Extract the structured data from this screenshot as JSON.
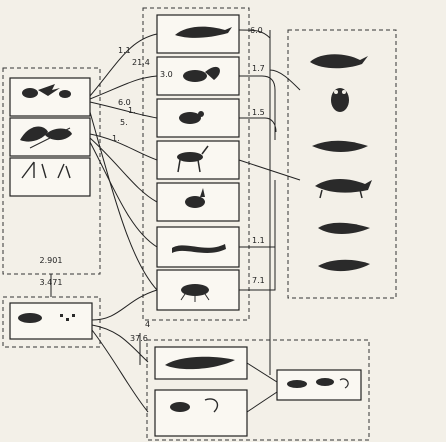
{
  "header": {
    "text": ""
  },
  "plants": {
    "p1_label": "",
    "p2_label": "",
    "p3_label": "",
    "p4_label": "",
    "icons": [
      "plant-seed-icon",
      "plant-leaf-icon",
      "wood-tissue-icon"
    ]
  },
  "soil": {
    "label": "",
    "icon": "soil-organism-icon"
  },
  "ratio": {
    "line1": "2.901",
    "line2": "",
    "line3": "3.471"
  },
  "herbivores": [
    {
      "label": "",
      "icon": "bird-icon"
    },
    {
      "label": "3.0",
      "icon": "squirrel-icon"
    },
    {
      "label": "",
      "icon": "rodent-icon"
    },
    {
      "label": "",
      "icon": "deer-icon"
    },
    {
      "label": "",
      "icon": "hare-icon"
    },
    {
      "label": "",
      "icon": "worm-icon"
    },
    {
      "label": "",
      "icon": "insect-icon"
    }
  ],
  "carnivores": [
    {
      "label": "",
      "icon": "fox-icon"
    },
    {
      "label": "",
      "icon": "owl-icon"
    },
    {
      "label": "",
      "icon": "weasel-icon"
    },
    {
      "label": "",
      "icon": "wolf-icon"
    },
    {
      "label": "",
      "icon": "shrew-icon"
    },
    {
      "label": "",
      "icon": "predator-icon"
    }
  ],
  "detritus": {
    "side_label": "",
    "b1_label": "",
    "b2_label": "",
    "b3_label": "",
    "icons": [
      "larva-icon",
      "mite-icon",
      "decomposer-icon"
    ]
  },
  "numbers": {
    "n_11": "1.1",
    "n_60": "6.0",
    "n_214": "21.4",
    "n_17": "1.7",
    "n_6a": "6.0",
    "n_1a": "1.",
    "n_5a": "5.",
    "n_15": "1.5",
    "n_1b": "1.",
    "n_11b": "1.1",
    "n_71": "7.1",
    "n_4": "4",
    "n_376": "37.6"
  },
  "colors": {
    "ink": "#222222",
    "paper": "#f3f0e8",
    "panel": "#faf8f2"
  }
}
